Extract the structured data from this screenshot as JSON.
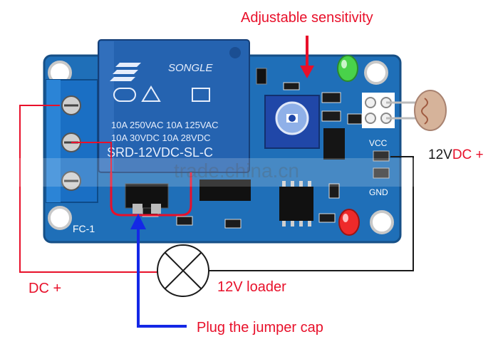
{
  "labels": {
    "sensitivity": "Adjustable sensitivity",
    "dc_minus_prefix": "12V",
    "dc_minus": "DC +",
    "dc_plus": "DC +",
    "loader": "12V loader",
    "jumper": "Plug the jumper cap"
  },
  "board": {
    "brand": "SONGLE",
    "rating_line1": "10A 250VAC  10A 125VAC",
    "rating_line2": "10A  30VDC  10A  28VDC",
    "model": "SRD-12VDC-SL-C",
    "pcb_label": "FC-1",
    "vcc": "VCC",
    "gnd": "GND"
  },
  "watermark": "trade.china.cn",
  "colors": {
    "pcb": "#1f6fb8",
    "relay": "#2563b0",
    "wire_red": "#e8102a",
    "wire_blue": "#1428e6",
    "wire_black": "#1a1a1a"
  }
}
